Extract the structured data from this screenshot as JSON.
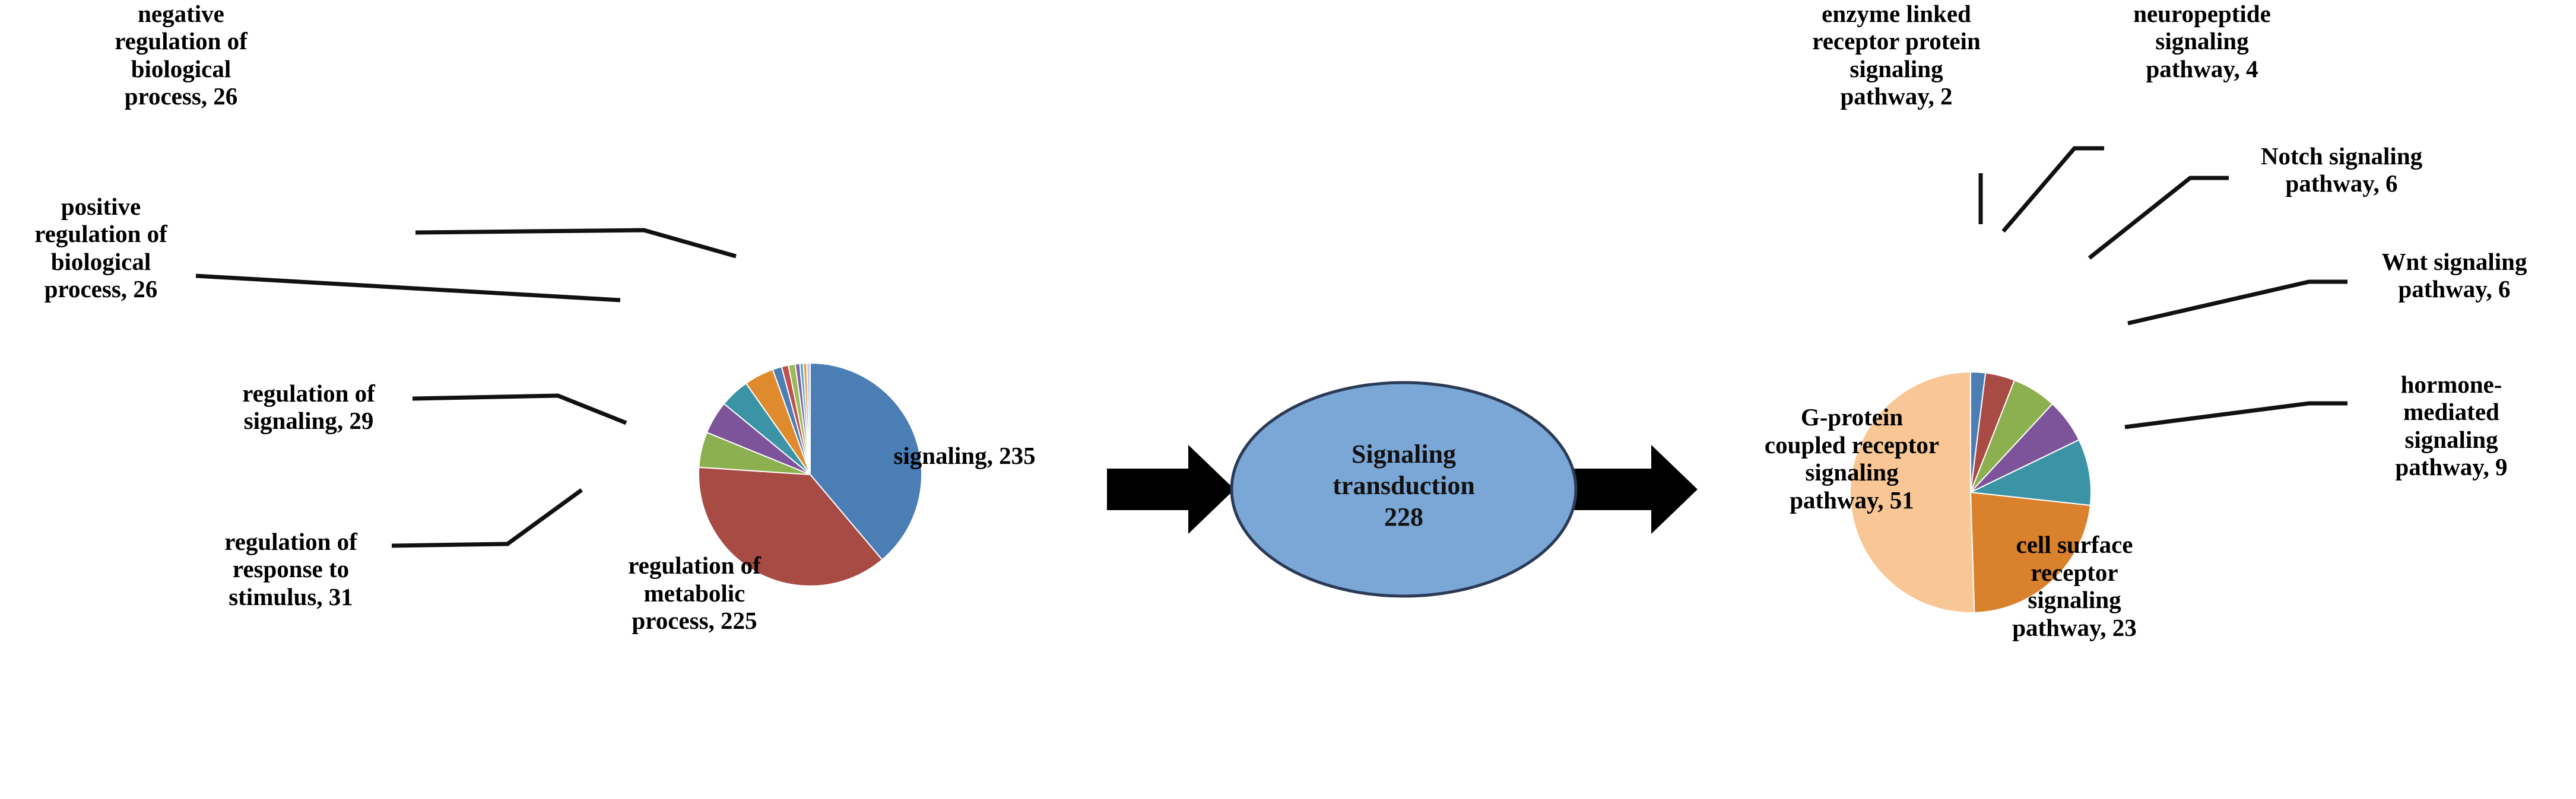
{
  "figure": {
    "type": "pie-flow-diagram",
    "background": "#ffffff"
  },
  "center_node": {
    "label_line1": "Signaling",
    "label_line2": "transduction",
    "label_line3": "228",
    "fill": "#7BA7D7",
    "stroke": "#2B3A55",
    "name": "signaling-transduction-node"
  },
  "arrows": {
    "left_arrow_name": "arrow-left-to-center",
    "right_arrow_name": "arrow-center-to-right",
    "color": "#000000"
  },
  "left_callouts": [
    {
      "text": "negative\nregulation of\nbiological\nprocess, 26",
      "value": 26
    },
    {
      "text": "positive\nregulation of\nbiological\nprocess, 26",
      "value": 26
    },
    {
      "text": "regulation of\nsignaling, 29",
      "value": 29
    },
    {
      "text": "regulation of\nresponse to\nstimulus, 31",
      "value": 31
    }
  ],
  "right_callouts": [
    {
      "text": "enzyme linked\nreceptor protein\nsignaling\npathway, 2",
      "value": 2
    },
    {
      "text": "neuropeptide\nsignaling\npathway, 4",
      "value": 4
    },
    {
      "text": "Notch signaling\npathway, 6",
      "value": 6
    },
    {
      "text": "Wnt signaling\npathway, 6",
      "value": 6
    },
    {
      "text": "hormone-\nmediated\nsignaling\npathway, 9",
      "value": 9
    }
  ],
  "left_inner_labels": [
    {
      "text": "signaling, 235",
      "value": 235
    },
    {
      "text": "regulation of\nmetabolic\nprocess, 225",
      "value": 225
    }
  ],
  "right_inner_labels": [
    {
      "text": "G-protein\ncoupled receptor\nsignaling\npathway, 51",
      "value": 51
    },
    {
      "text": "cell surface\nreceptor\nsignaling\npathway, 23",
      "value": 23
    }
  ],
  "chart_data": [
    {
      "type": "pie",
      "name": "left-pie-biological-process",
      "title": "",
      "start_angle_deg": 0,
      "direction": "clockwise",
      "labels": [
        "signaling",
        "regulation of metabolic process",
        "regulation of response to stimulus",
        "regulation of signaling",
        "positive regulation of biological process",
        "negative regulation of biological process",
        "slice-7",
        "slice-8",
        "slice-9",
        "slice-10",
        "slice-11",
        "slice-12",
        "slice-13"
      ],
      "values": [
        235,
        225,
        31,
        29,
        26,
        26,
        8,
        6,
        6,
        4,
        3,
        3,
        3
      ],
      "colors": [
        "#4A7EB5",
        "#A84B45",
        "#8CAF4F",
        "#7D5499",
        "#3B93A6",
        "#E08A2E",
        "#4A7EB5",
        "#C0504D",
        "#9BBB59",
        "#8064A2",
        "#4BACC6",
        "#F79646",
        "#B9CDE5"
      ],
      "labeled_slices": [
        {
          "label": "signaling, 235",
          "value": 235
        },
        {
          "label": "regulation of metabolic process, 225",
          "value": 225
        },
        {
          "label": "regulation of response to stimulus, 31",
          "value": 31
        },
        {
          "label": "regulation of signaling, 29",
          "value": 29
        },
        {
          "label": "positive regulation of biological process, 26",
          "value": 26
        },
        {
          "label": "negative regulation of biological process, 26",
          "value": 26
        }
      ]
    },
    {
      "type": "pie",
      "name": "right-pie-signaling-pathway",
      "title": "",
      "start_angle_deg": 0,
      "direction": "clockwise",
      "labels": [
        "enzyme linked receptor protein signaling pathway",
        "neuropeptide signaling pathway",
        "Notch signaling pathway",
        "Wnt signaling pathway",
        "hormone-mediated signaling pathway",
        "cell surface receptor signaling pathway",
        "G-protein coupled receptor signaling pathway"
      ],
      "values": [
        2,
        4,
        6,
        6,
        9,
        23,
        51
      ],
      "colors": [
        "#4A7EB5",
        "#A84B45",
        "#8CAF4F",
        "#7D5499",
        "#3B93A6",
        "#D9812C",
        "#F8C795"
      ],
      "labeled_slices": [
        {
          "label": "enzyme linked receptor protein signaling pathway, 2",
          "value": 2
        },
        {
          "label": "neuropeptide signaling pathway, 4",
          "value": 4
        },
        {
          "label": "Notch signaling pathway, 6",
          "value": 6
        },
        {
          "label": "Wnt signaling pathway, 6",
          "value": 6
        },
        {
          "label": "hormone-mediated signaling pathway, 9",
          "value": 9
        },
        {
          "label": "cell surface receptor signaling pathway, 23",
          "value": 23
        },
        {
          "label": "G-protein coupled receptor signaling pathway, 51",
          "value": 51
        }
      ]
    }
  ]
}
